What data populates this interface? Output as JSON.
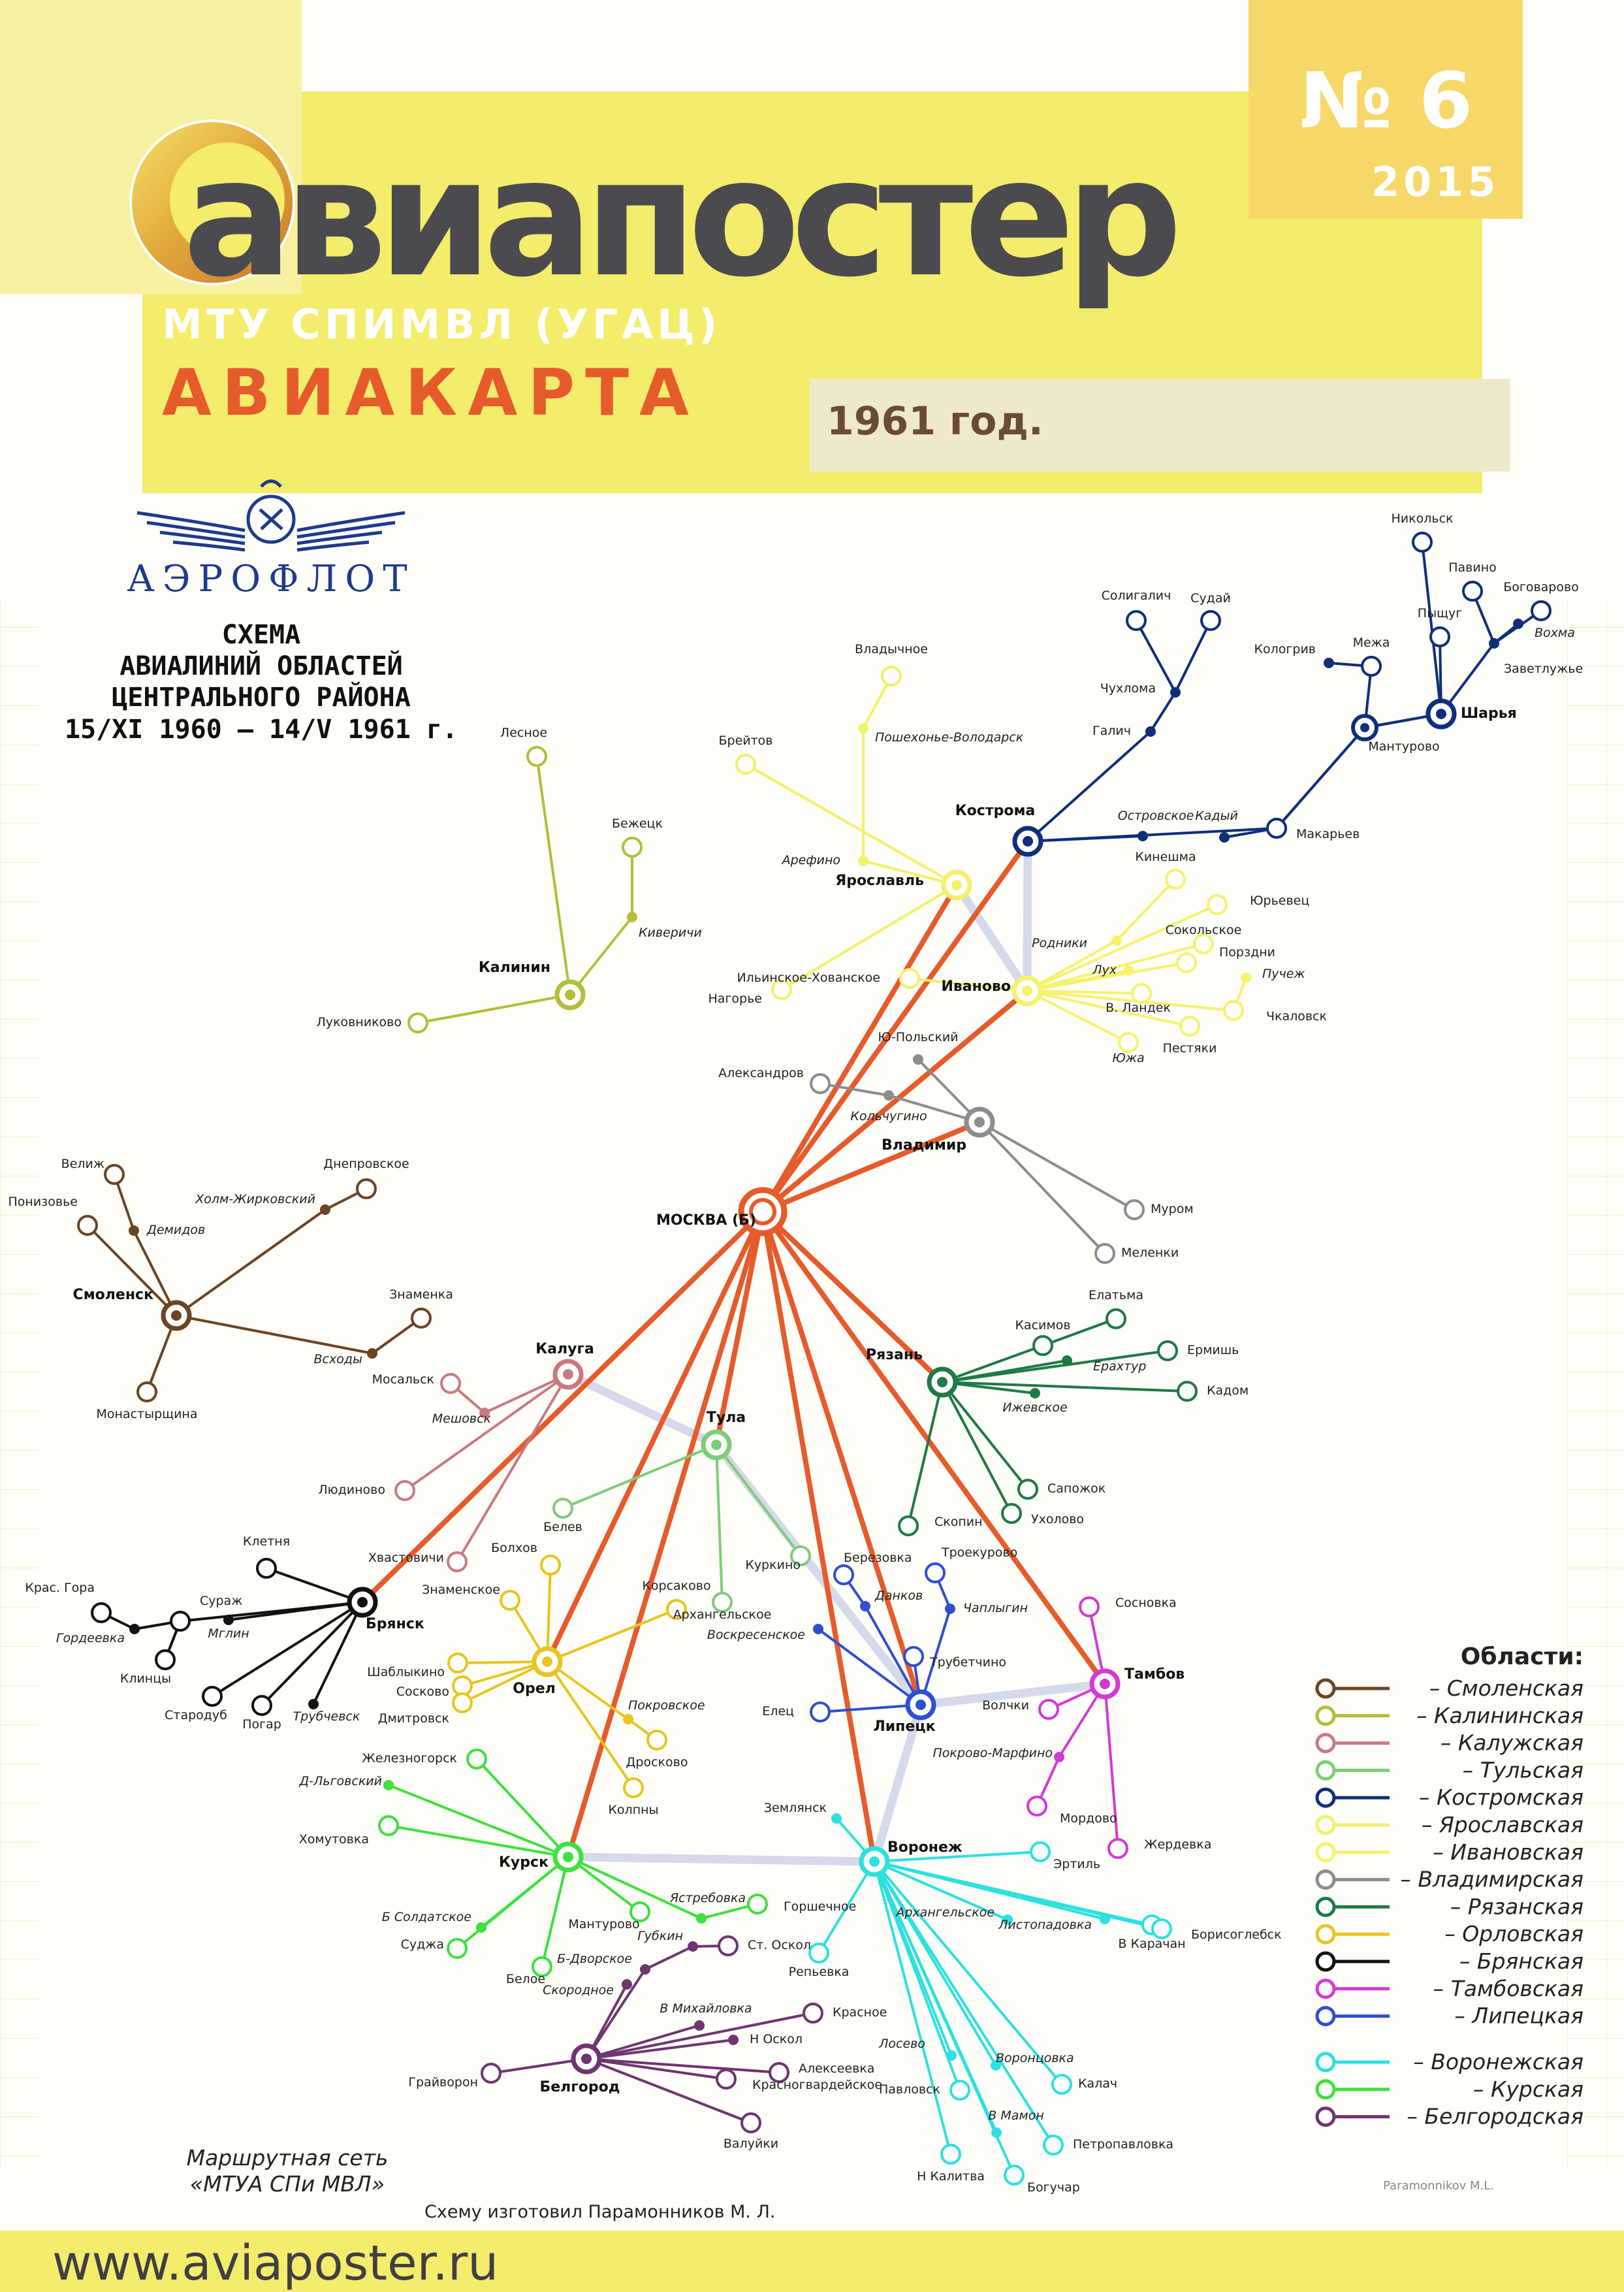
{
  "header": {
    "brand": "авиапостер",
    "issue": "№ 6",
    "year": "2015",
    "subtitle": "МТУ СПИМВЛ (УГАЦ)",
    "title": "АВИАКАРТА",
    "date": "1961 год.",
    "website": "www.aviaposter.ru"
  },
  "logo": {
    "name": "АЭРОФЛОТ",
    "icon": "winged-hammer-sickle-icon"
  },
  "scheme": {
    "title_lines": [
      "СХЕМА",
      "АВИАЛИНИЙ ОБЛАСТЕЙ",
      "ЦЕНТРАЛЬНОГО РАЙОНА",
      "15/XI 1960 — 14/V 1961 г."
    ],
    "network_lines": [
      "Маршрутная сеть",
      "«МТУА СПи МВЛ»"
    ],
    "credit": "Схему изготовил Парамонников М. Л.",
    "signature": "Paramonnikov M.L."
  },
  "legend": {
    "title": "Области:",
    "items": [
      {
        "label": "– Смоленская",
        "color": "#6b4423"
      },
      {
        "label": "– Калининская",
        "color": "#b5bd3a"
      },
      {
        "label": "– Калужская",
        "color": "#c97a80"
      },
      {
        "label": "– Тульская",
        "color": "#7fcc7a"
      },
      {
        "label": "– Костромская",
        "color": "#0f2f78"
      },
      {
        "label": "– Ярославская",
        "color": "#f3f06b"
      },
      {
        "label": "– Ивановская",
        "color": "#f6f26e"
      },
      {
        "label": "– Владимирская",
        "color": "#8c8c8c"
      },
      {
        "label": "– Рязанская",
        "color": "#1f7a45"
      },
      {
        "label": "– Орловская",
        "color": "#e8c520"
      },
      {
        "label": "– Брянская",
        "color": "#111111"
      },
      {
        "label": "– Тамбовская",
        "color": "#d23bd2"
      },
      {
        "label": "– Липецкая",
        "color": "#2f4fd0"
      },
      {
        "label": "– Воронежская",
        "color": "#2ee0e0"
      },
      {
        "label": "– Курская",
        "color": "#3fe03f"
      },
      {
        "label": "– Белгородская",
        "color": "#6e3570"
      }
    ]
  },
  "map": {
    "colors": {
      "trunk": "#e65b2c",
      "link": "#d6d9ea"
    },
    "hubs": [
      {
        "id": "moscow",
        "label": "МОСКВА (Б)"
      },
      {
        "id": "kostroma",
        "label": "Кострома"
      },
      {
        "id": "yaroslavl",
        "label": "Ярославль"
      },
      {
        "id": "ivanovo",
        "label": "Иваново"
      },
      {
        "id": "vladimir",
        "label": "Владимир"
      },
      {
        "id": "ryazan",
        "label": "Рязань"
      },
      {
        "id": "tula",
        "label": "Тула"
      },
      {
        "id": "kaluga",
        "label": "Калуга"
      },
      {
        "id": "bryansk",
        "label": "Брянск"
      },
      {
        "id": "orel",
        "label": "Орел"
      },
      {
        "id": "lipetsk",
        "label": "Липецк"
      },
      {
        "id": "tambov",
        "label": "Тамбов"
      },
      {
        "id": "kursk",
        "label": "Курск"
      },
      {
        "id": "voronezh",
        "label": "Воронеж"
      },
      {
        "id": "belgorod",
        "label": "Белгород"
      },
      {
        "id": "smolensk",
        "label": "Смоленск"
      },
      {
        "id": "kalinin",
        "label": "Калинин"
      },
      {
        "id": "sharya",
        "label": "Шарья"
      }
    ],
    "towns": {
      "kostroma": [
        "Солигалич",
        "Судай",
        "Чухлома",
        "Галич",
        "Никольск",
        "Павино",
        "Боговарово",
        "Пыщуг",
        "Кологрив",
        "Межа",
        "Мантурово",
        "Заветлужье",
        "Макарьев",
        "Островское",
        "Кадый",
        "Вохма"
      ],
      "yaroslavl": [
        "Владычное",
        "Пошехонье-Володарск",
        "Брейтов",
        "Арефино",
        "Нагорье",
        "Ильинское-Хованское"
      ],
      "ivanovo": [
        "Кинешма",
        "Юрьевец",
        "Родники",
        "Сокольское",
        "Порздни",
        "Лух",
        "Пучеж",
        "В. Ландек",
        "Чкаловск",
        "Пестяки",
        "Южа"
      ],
      "vladimir": [
        "Ю-Польский",
        "Александров",
        "Кольчугино",
        "Муром",
        "Меленки"
      ],
      "kalinin": [
        "Лесное",
        "Бежецк",
        "Киверичи",
        "Луковниково"
      ],
      "smolensk": [
        "Велиж",
        "Понизовье",
        "Демидов",
        "Холм-Жирковский",
        "Днепровское",
        "Знаменка",
        "Всходы",
        "Монастырщина"
      ],
      "kaluga": [
        "Мосальск",
        "Мешовск",
        "Людиново",
        "Хвастовичи"
      ],
      "tula": [
        "Белев",
        "Куркино",
        "Архангельское"
      ],
      "ryazan": [
        "Касимов",
        "Елатьма",
        "Ермишь",
        "Ерахтур",
        "Ижевское",
        "Кадом",
        "Скопин",
        "Сапожок",
        "Ухолово"
      ],
      "bryansk": [
        "Клетня",
        "Крас. Гора",
        "Сураж",
        "Гордеевка",
        "Мглин",
        "Клинцы",
        "Стародуб",
        "Погар",
        "Трубчевск"
      ],
      "orel": [
        "Болхов",
        "Знаменское",
        "Корсаково",
        "Шаблыкино",
        "Сосково",
        "Дмитровск",
        "Покровское",
        "Дросково",
        "Колпны"
      ],
      "lipetsk": [
        "Березовка",
        "Троекурово",
        "Данков",
        "Чаплыгин",
        "Воскресенское",
        "Трубетчино",
        "Елец"
      ],
      "tambov": [
        "Сосновка",
        "Волчки",
        "Покрово-Марфино",
        "Мордово",
        "Жердевка"
      ],
      "kursk": [
        "Железногорск",
        "Д-Льговский",
        "Хомутовка",
        "Б Солдатское",
        "Суджа",
        "Мантурово",
        "Белое",
        "Ястребовка",
        "Горшечное"
      ],
      "voronezh": [
        "Землянск",
        "Эртиль",
        "Архангельское",
        "Листопадовка",
        "В Карачан",
        "Борисоглебск",
        "Репьевка",
        "Лосево",
        "Воронцовка",
        "Калач",
        "Павловск",
        "В Мамон",
        "Петропавловка",
        "Н Калитва",
        "Богучар"
      ],
      "belgorod": [
        "Губкин",
        "Ст. Оскол",
        "Б-Дворское",
        "Скородное",
        "В Михайловка",
        "Красное",
        "Н Оскол",
        "Алексеевка",
        "Красногвардейское",
        "Грайворон",
        "Валуйки"
      ]
    }
  }
}
